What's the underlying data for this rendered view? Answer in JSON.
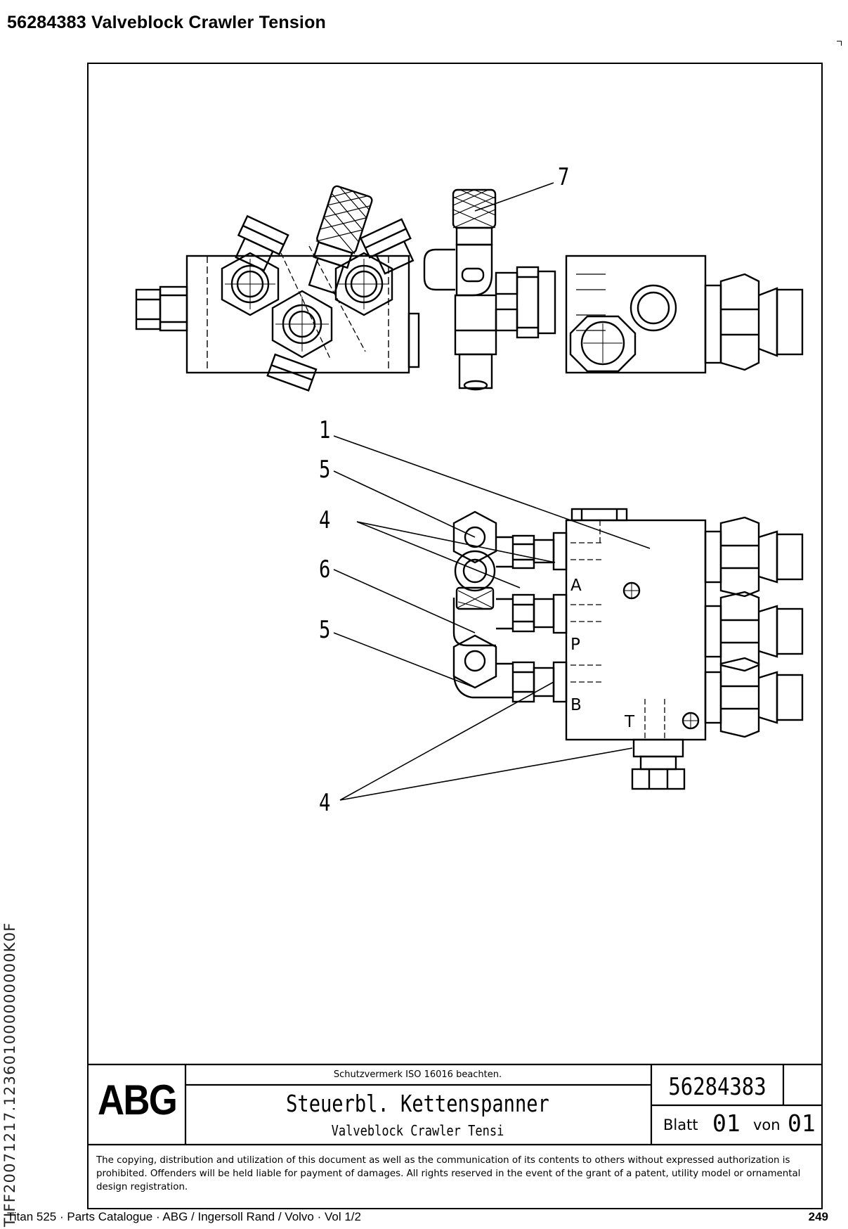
{
  "header": {
    "title": "56284383  Valveblock Crawler Tension"
  },
  "drawing": {
    "callouts": [
      "7",
      "1",
      "5",
      "4",
      "6",
      "5",
      "4"
    ],
    "ports": [
      "A",
      "P",
      "B",
      "T"
    ]
  },
  "title_block": {
    "logo": "ABG",
    "notice": "Schutzvermerk ISO 16016 beachten.",
    "title_de": "Steuerbl. Kettenspanner",
    "title_en": "Valveblock Crawler Tensi",
    "drawing_number": "56284383",
    "sheet_label": "Blatt",
    "sheet_value": "01",
    "of_label": "von",
    "of_value": "01",
    "copyright": "The copying, distribution and utilization of this document as well as the communication of its contents to others without expressed authorization is prohibited. Offenders will be held liable for payment of damages. All rights reserved in the event of the grant of a patent, utility model or ornamental design registration."
  },
  "side_code": "TIFF20071217.123601000000000K0F",
  "footer": {
    "text": "Titan 525  ·  Parts Catalogue  ·  ABG / Ingersoll Rand / Volvo  ·  Vol 1/2",
    "page": "249"
  }
}
